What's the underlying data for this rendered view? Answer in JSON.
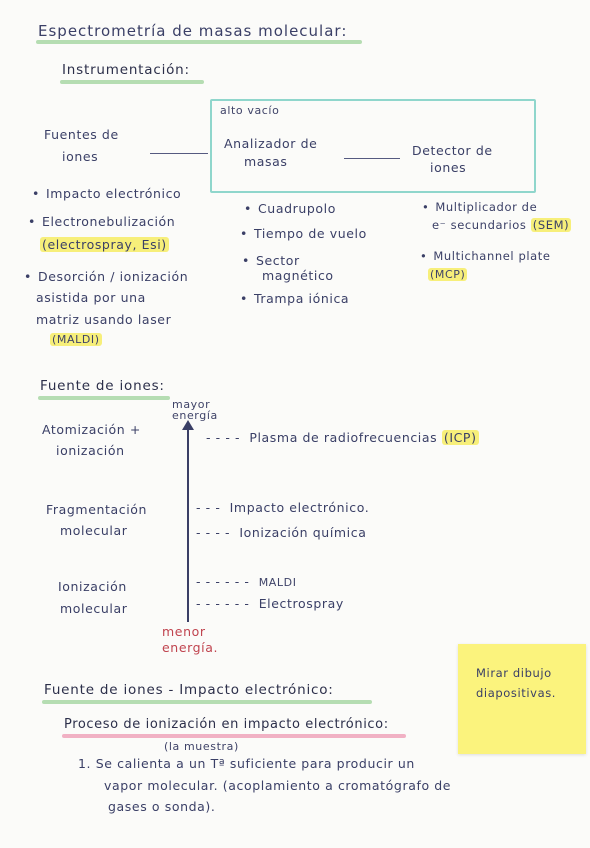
{
  "title": "Espectrometría de masas molecular:",
  "section_instrumentacion": {
    "heading": "Instrumentación:",
    "fuentes_label": [
      "Fuentes de",
      "iones"
    ],
    "box_label": "alto vacío",
    "analizador_label": [
      "Analizador de",
      "masas"
    ],
    "detector_label": [
      "Detector de",
      "iones"
    ],
    "fuentes_list": [
      {
        "text": "Impacto electrónico"
      },
      {
        "text": "Electronebulización"
      },
      {
        "text": "(electrospray, Esi)"
      },
      {
        "text": "Desorción / ionización"
      },
      {
        "text": "asistida por una"
      },
      {
        "text": "matriz usando laser"
      },
      {
        "text": "(MALDI)"
      }
    ],
    "analizador_list": [
      "Cuadrupolo",
      "Tiempo de vuelo",
      "Sector",
      "magnético",
      "Trampa iónica"
    ],
    "detector_list": [
      "Multiplicador de",
      "e⁻ secundarios",
      "(SEM)",
      "Multichannel plate",
      "(MCP)"
    ]
  },
  "section_fuente": {
    "heading": "Fuente de iones:",
    "mayor_energia": [
      "mayor",
      "energía"
    ],
    "menor_energia": [
      "menor",
      "energía."
    ],
    "categories": [
      [
        "Atomización +",
        "ionización"
      ],
      [
        "Fragmentación",
        "molecular"
      ],
      [
        "Ionización",
        "molecular"
      ]
    ],
    "items": [
      {
        "dash": "- - - -",
        "label": "Plasma de radiofrecuencias",
        "tag": "(ICP)"
      },
      {
        "dash": "- - -",
        "label": "Impacto electrónico."
      },
      {
        "dash": "- - - -",
        "label": "Ionización química"
      },
      {
        "dash": "- - - - - -",
        "label": "MALDI"
      },
      {
        "dash": "- - - - - -",
        "label": "Electrospray"
      }
    ]
  },
  "section_impacto": {
    "heading": "Fuente de iones - Impacto electrónico:",
    "subheading": "Proceso de ionización en impacto electrónico:",
    "note_above": "(la muestra)",
    "step1_lines": [
      "1. Se calienta a un Tª suficiente para producir un",
      "vapor molecular. (acoplamiento a cromatógrafo de",
      "gases o sonda)."
    ]
  },
  "sticky_note": [
    "Mirar dibujo",
    "diapositivas."
  ],
  "colors": {
    "ink": "#3a3f66",
    "green_highlight": "#9ed39a",
    "teal_box": "#8fd6cc",
    "pink_underline": "#ef9fb6",
    "yellow_highlight": "#f7ef7a",
    "sticky": "#fbf37d"
  }
}
